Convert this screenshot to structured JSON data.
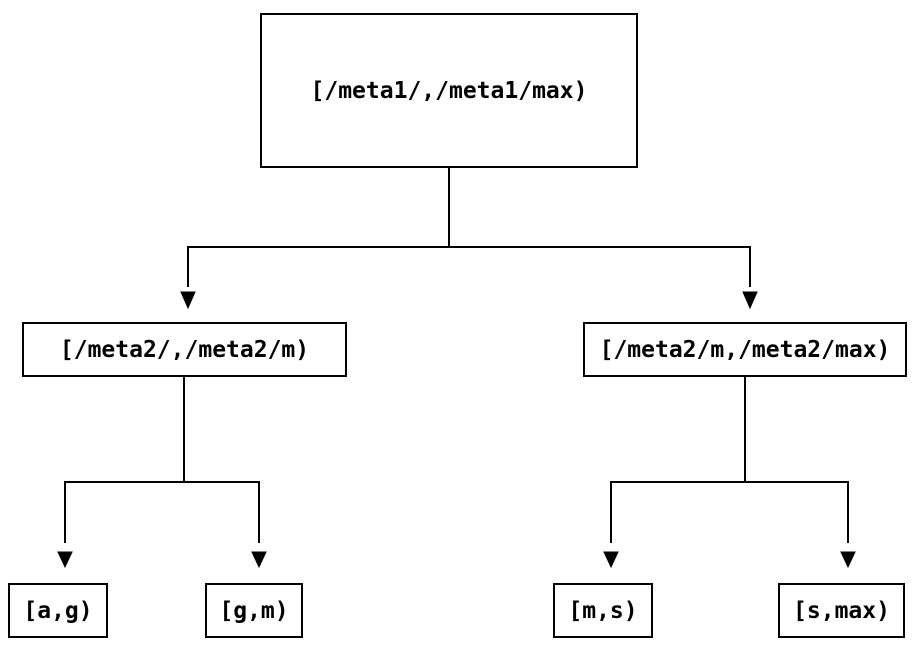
{
  "diagram": {
    "root": {
      "label": "[/meta1/,/meta1/max)",
      "children": [
        {
          "label": "[/meta2/,/meta2/m)",
          "children": [
            {
              "label": "[a,g)"
            },
            {
              "label": "[g,m)"
            }
          ]
        },
        {
          "label": "[/meta2/m,/meta2/max)",
          "children": [
            {
              "label": "[m,s)"
            },
            {
              "label": "[s,max)"
            }
          ]
        }
      ]
    }
  },
  "colors": {
    "background": "#ffffff",
    "node_border": "#000000",
    "node_text": "#000000",
    "edge": "#000000"
  }
}
